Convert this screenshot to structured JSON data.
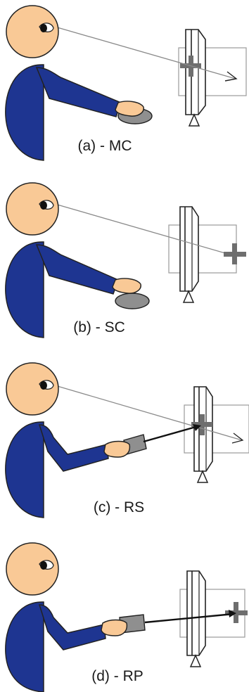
{
  "figure": {
    "panels": [
      {
        "id": "a",
        "caption": "(a) - MC",
        "device": "mouse",
        "ray": "eye"
      },
      {
        "id": "b",
        "caption": "(b) - SC",
        "device": "mouse",
        "ray": "eye"
      },
      {
        "id": "c",
        "caption": "(c) - RS",
        "device": "pointer",
        "ray": "both"
      },
      {
        "id": "d",
        "caption": "(d) - RP",
        "device": "pointer",
        "ray": "hand"
      }
    ],
    "colors": {
      "skin": "#f9c996",
      "body": "#1e3591",
      "outline": "#222222",
      "device": "#8f8f8f",
      "cursor": "#6e6e6e",
      "ray": "#8a8a8a",
      "hand_ray": "#111111",
      "screen_outline": "#9a9a9a"
    }
  }
}
